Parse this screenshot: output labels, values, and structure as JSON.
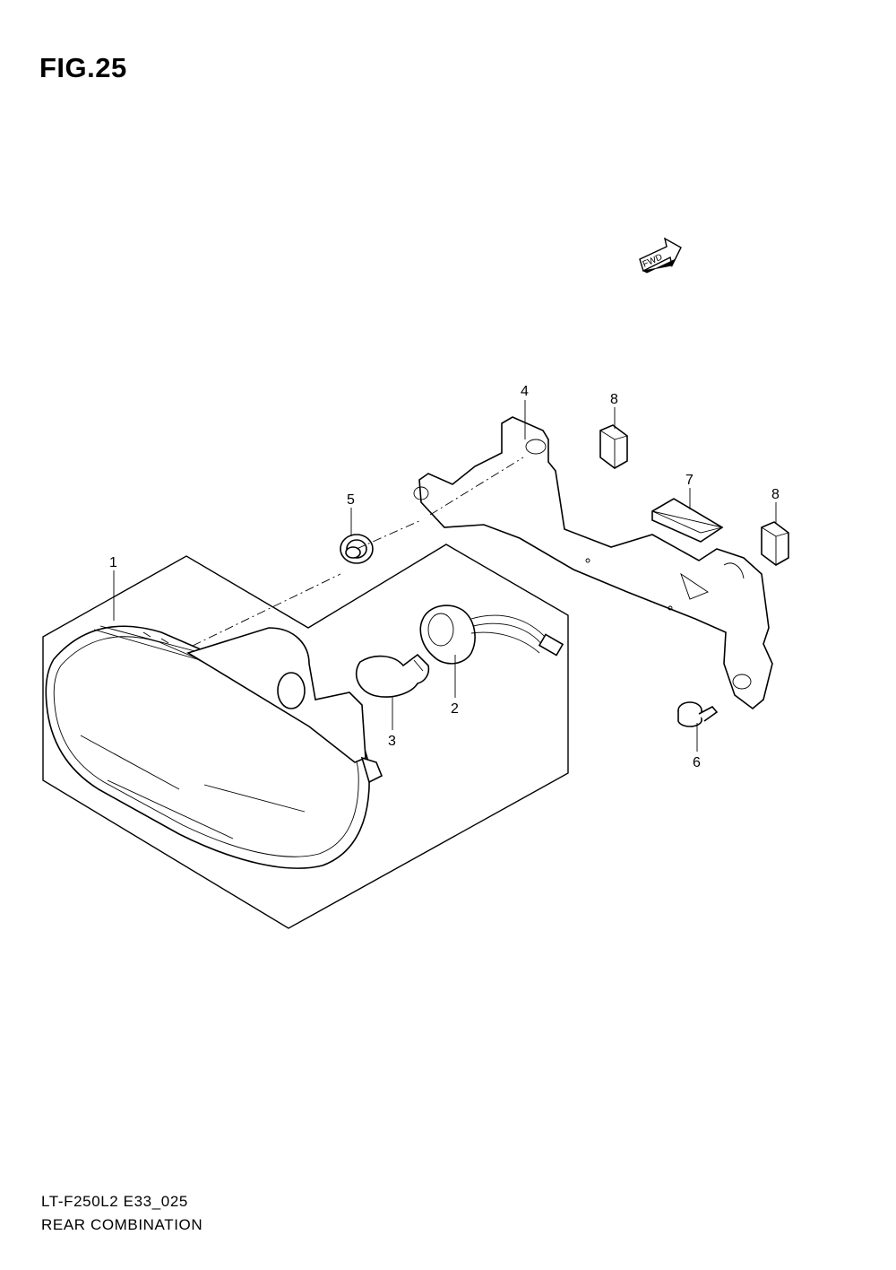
{
  "figure": {
    "title": "FIG.25",
    "footer_code": "LT-F250L2 E33_025",
    "footer_name": "REAR COMBINATION",
    "fwd_label": "FWD"
  },
  "callouts": [
    {
      "id": "c1",
      "text": "1"
    },
    {
      "id": "c2",
      "text": "2"
    },
    {
      "id": "c3",
      "text": "3"
    },
    {
      "id": "c4",
      "text": "4"
    },
    {
      "id": "c5",
      "text": "5"
    },
    {
      "id": "c6",
      "text": "6"
    },
    {
      "id": "c7",
      "text": "7"
    },
    {
      "id": "c8a",
      "text": "8"
    },
    {
      "id": "c8b",
      "text": "8"
    }
  ],
  "icons": {
    "fwd_arrow": "fwd-arrow-icon"
  }
}
